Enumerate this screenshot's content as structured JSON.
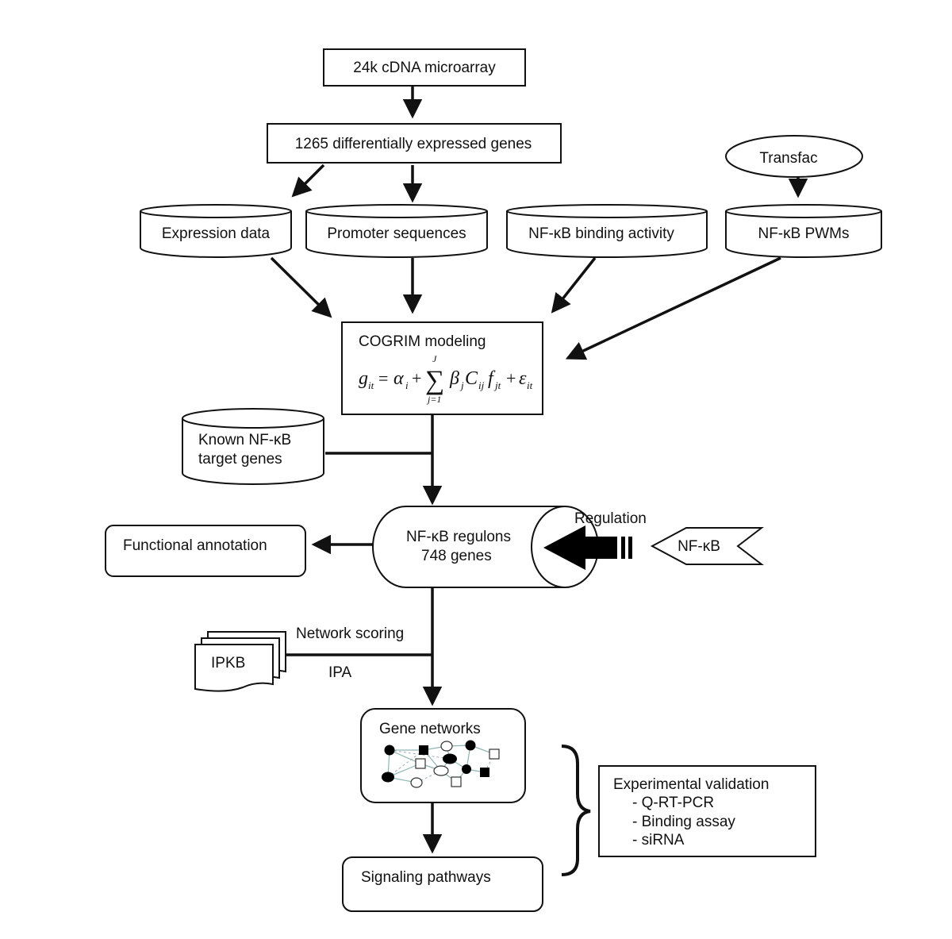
{
  "nodes": {
    "microarray": "24k cDNA microarray",
    "diff_genes": "1265 differentially expressed genes",
    "transfac": "Transfac",
    "expression": "Expression data",
    "promoter": "Promoter sequences",
    "binding": "NF-κB binding activity",
    "pwms": "NF-κB PWMs",
    "cogrim_title": "COGRIM modeling",
    "known_line1": "Known NF-κB",
    "known_line2": "target genes",
    "regulons_line1": "NF-κB regulons",
    "regulons_line2": "748 genes",
    "regulation": "Regulation",
    "nfkb": "NF-κB",
    "functional": "Functional annotation",
    "network_scoring": "Network scoring",
    "ipkb": "IPKB",
    "ipa": "IPA",
    "gene_networks": "Gene networks",
    "signaling": "Signaling pathways",
    "validation_title": "Experimental validation",
    "validation_items": [
      "- Q-RT-PCR",
      "- Binding assay",
      "- siRNA"
    ]
  },
  "equation": {
    "lhs": "g",
    "lhs_sub": "it",
    "eq": "=",
    "alpha": "α",
    "alpha_sub": "i",
    "plus1": "+",
    "sum": "∑",
    "sum_top": "J",
    "sum_bottom": "j=1",
    "beta": "β",
    "beta_sub": "j",
    "c": "C",
    "c_sub": "ij",
    "f": "f",
    "f_sub": "jt",
    "plus2": "+",
    "eps": "ε",
    "eps_sub": "it"
  }
}
